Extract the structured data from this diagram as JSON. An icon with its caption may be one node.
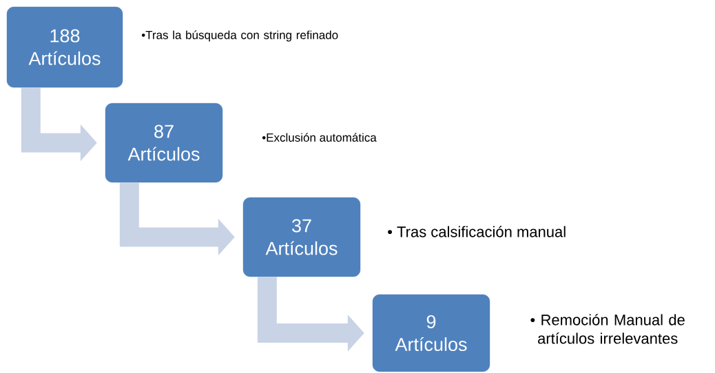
{
  "diagram": {
    "nodes": [
      {
        "text": [
          "188 Artículos"
        ],
        "beside": [
          "•Tras la búsqueda con string refinado"
        ]
      },
      {
        "text": [
          "87 Artículos"
        ],
        "beside": [
          "•Exclusión automática"
        ]
      },
      {
        "text": [
          "37 Artículos"
        ],
        "beside": [
          "• Tras calsificación manual"
        ]
      },
      {
        "text": [
          "9 Artículos"
        ],
        "beside": [
          "• Remoción Manual de artículos irrelevantes"
        ]
      }
    ],
    "edges": [
      {
        "from": 0,
        "to": 1,
        "arrow": "to"
      },
      {
        "from": 1,
        "to": 2,
        "arrow": "to"
      },
      {
        "from": 2,
        "to": 3,
        "arrow": "to"
      }
    ]
  }
}
